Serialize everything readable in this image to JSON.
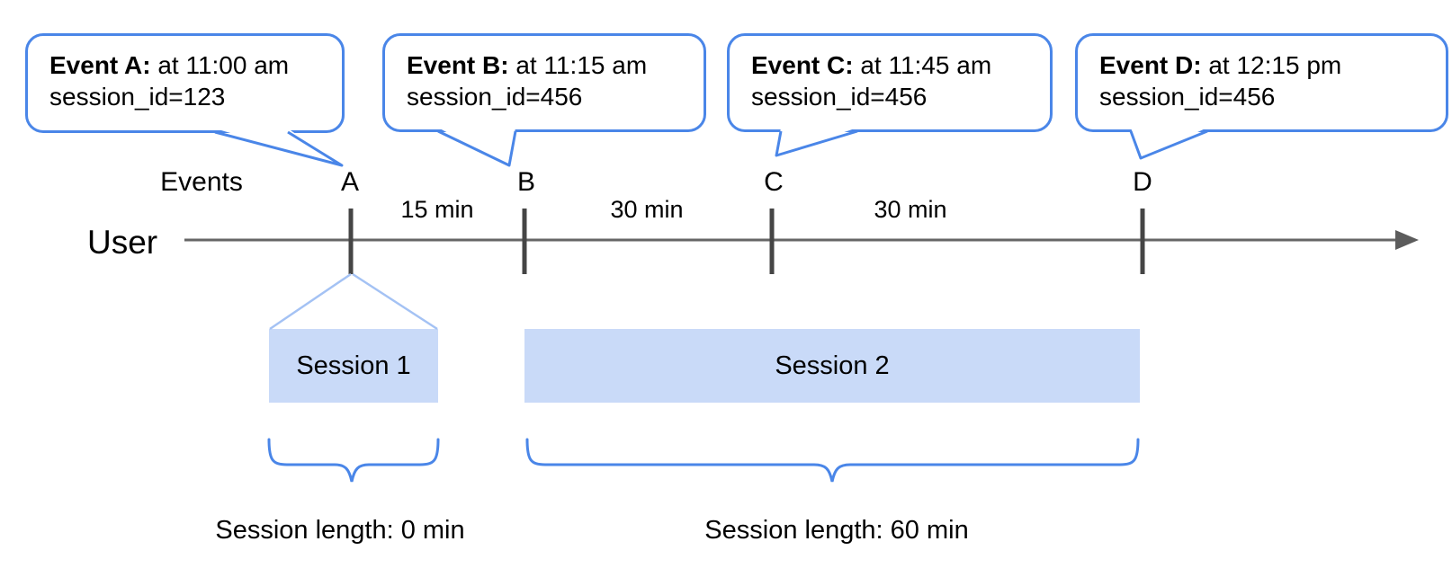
{
  "diagram_title": "session-definition-timeline",
  "axis": {
    "events_label": "Events",
    "user_label": "User"
  },
  "bubbles": [
    {
      "bold": "Event A:",
      "rest": " at 11:00 am",
      "session": "session_id=123"
    },
    {
      "bold": "Event B:",
      "rest": " at 11:15 am",
      "session": "session_id=456"
    },
    {
      "bold": "Event C:",
      "rest": " at 11:45 am",
      "session": "session_id=456"
    },
    {
      "bold": "Event D:",
      "rest": " at 12:15 pm",
      "session": "session_id=456"
    }
  ],
  "events": [
    {
      "label": "A"
    },
    {
      "label": "B"
    },
    {
      "label": "C"
    },
    {
      "label": "D"
    }
  ],
  "gaps": [
    {
      "label": "15 min"
    },
    {
      "label": "30 min"
    },
    {
      "label": "30 min"
    }
  ],
  "sessions": [
    {
      "label": "Session 1",
      "length_label": "Session length: 0 min"
    },
    {
      "label": "Session 2",
      "length_label": "Session length: 60 min"
    }
  ],
  "colors": {
    "accent_blue": "#4a86e8",
    "funnel_blue": "#a4c2f4",
    "bar_fill": "#c9daf8",
    "timeline_gray": "#666666",
    "tick_gray": "#454545",
    "arrow_gray": "#5c5c5c"
  }
}
